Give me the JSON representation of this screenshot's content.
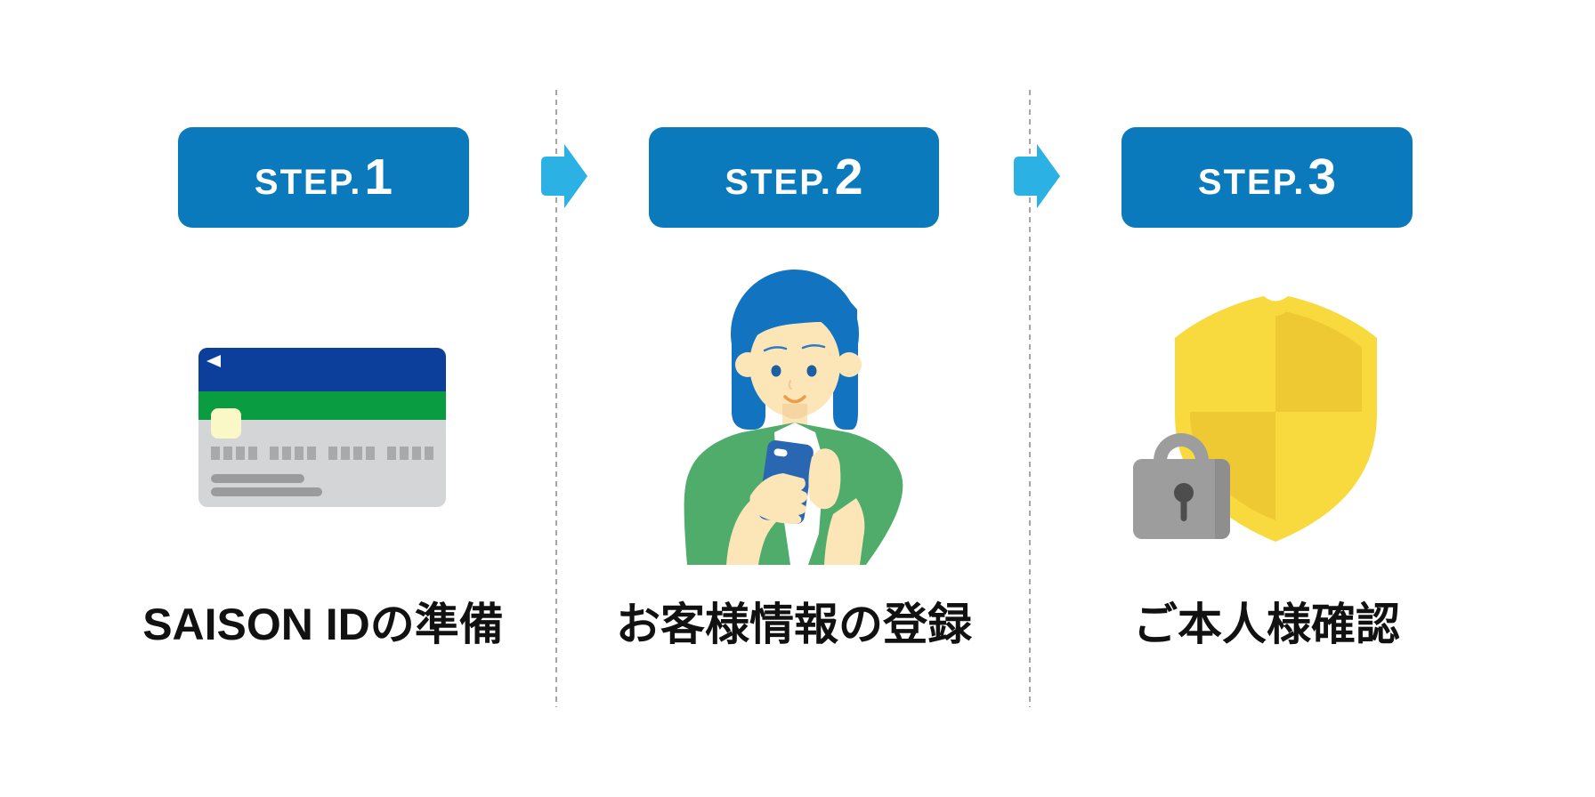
{
  "steps": [
    {
      "badge_prefix": "STEP.",
      "badge_number": "1",
      "label": "SAISON IDの準備",
      "icon": "credit-card-icon"
    },
    {
      "badge_prefix": "STEP.",
      "badge_number": "2",
      "label": "お客様情報の登録",
      "icon": "woman-smartphone-icon"
    },
    {
      "badge_prefix": "STEP.",
      "badge_number": "3",
      "label": "ご本人様確認",
      "icon": "shield-lock-icon"
    }
  ],
  "connectors": {
    "icon": "arrow-right-icon",
    "count": 2
  },
  "dividers": {
    "style": "vertical-dashed",
    "count": 2
  },
  "colors": {
    "background": "#FFFFFF",
    "badge_blue": "#0A7ABD",
    "badge_text": "#FFFFFF",
    "arrow_blue": "#2BB1E4",
    "divider_gray": "#A6A6A6",
    "label_text": "#111111",
    "card_body": "#D4D5D7",
    "card_navy": "#0C3F9B",
    "card_green": "#0A9C40",
    "card_chip": "#FBF8C8",
    "card_block": "#A9A9AC",
    "card_line": "#9B9B9E",
    "card_white": "#FFFFFF",
    "hair_blue": "#1273C0",
    "skin": "#FCE5B6",
    "skin_shadow": "#F2C893",
    "cardigan_green": "#4FAC6B",
    "shirt_white": "#FFFFFF",
    "phone_blue": "#2A67B2",
    "eye_blue": "#1B5EA4",
    "brow_blue": "#2E7AC4",
    "mouth_orange": "#ED9C49",
    "shield_light": "#F8DA3E",
    "shield_dark": "#EEC934",
    "lock_gray": "#9D9D9D",
    "lock_dark": "#8E8E8E",
    "keyhole_gray": "#4D4D4D"
  }
}
